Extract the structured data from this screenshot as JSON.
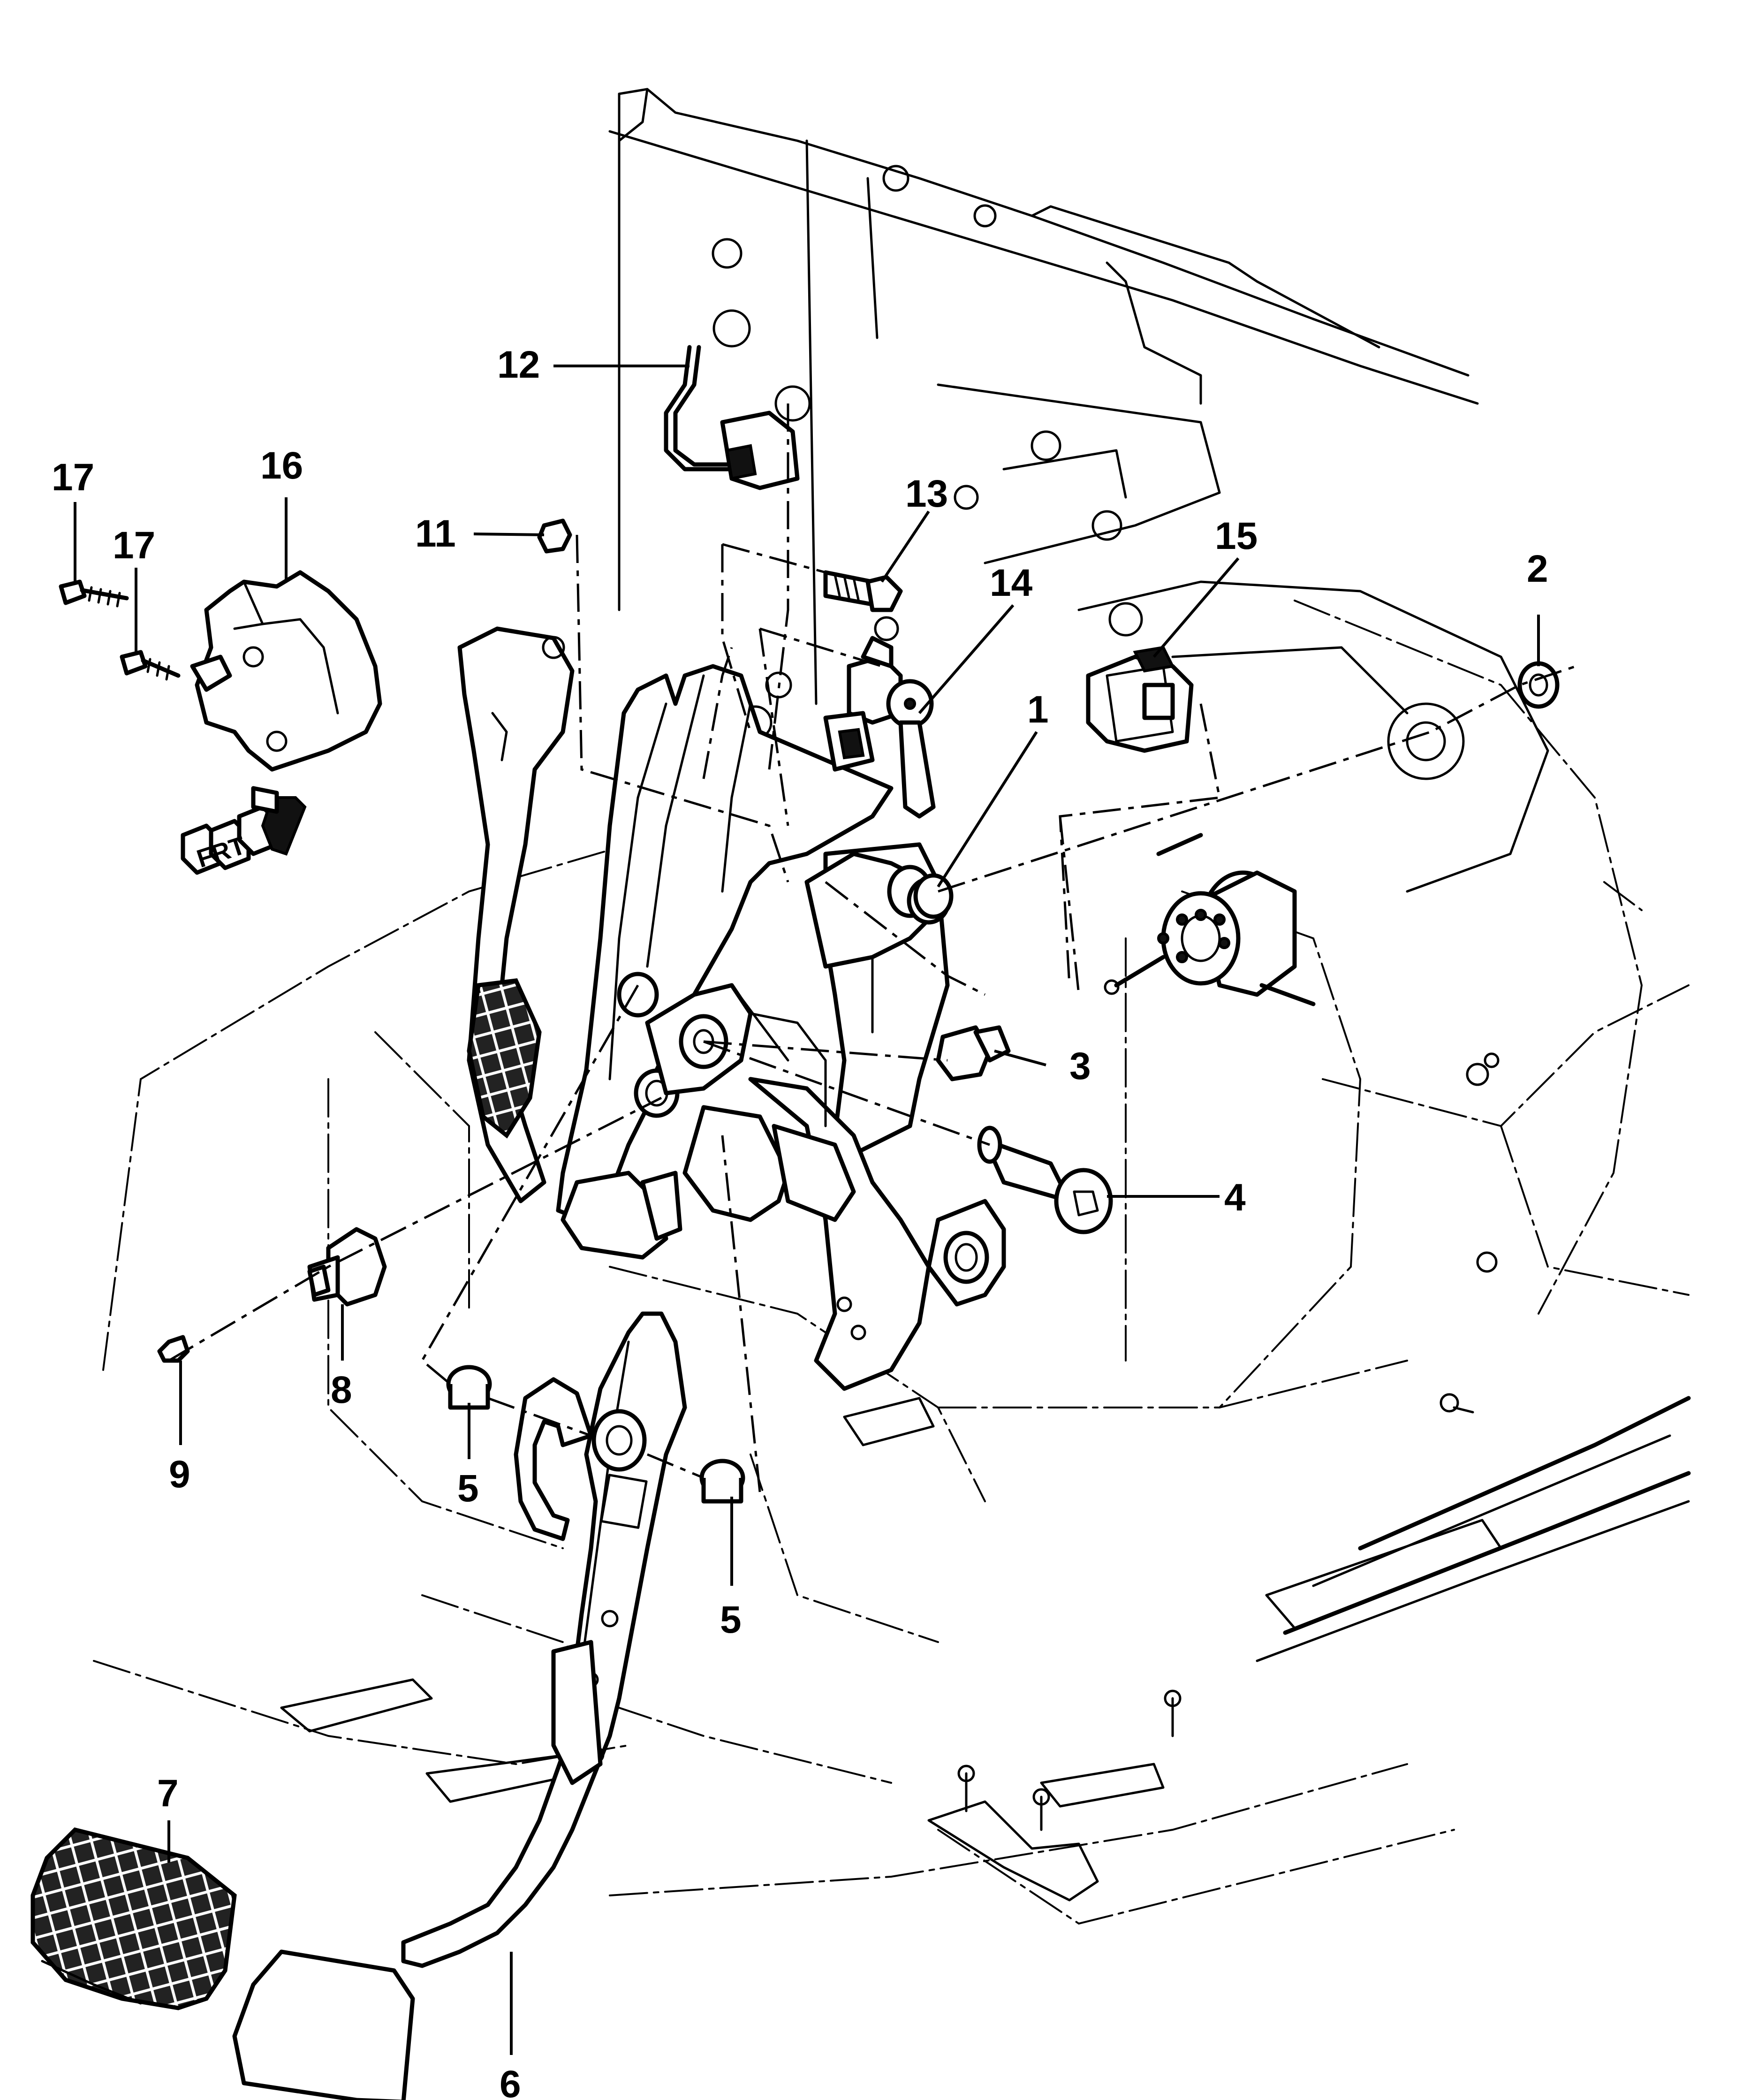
{
  "callouts": {
    "c1": "1",
    "c2": "2",
    "c3": "3",
    "c4": "4",
    "c5a": "5",
    "c5b": "5",
    "c6": "6",
    "c7": "7",
    "c8": "8",
    "c9": "9",
    "c11": "11",
    "c12": "12",
    "c13": "13",
    "c14": "14",
    "c15": "15",
    "c16": "16",
    "c17a": "17",
    "c17b": "17"
  },
  "front_indicator": {
    "label": "FRT",
    "icon": "front-direction-arrow-icon"
  },
  "colors": {
    "ink": "#000000",
    "paper": "#ffffff"
  }
}
